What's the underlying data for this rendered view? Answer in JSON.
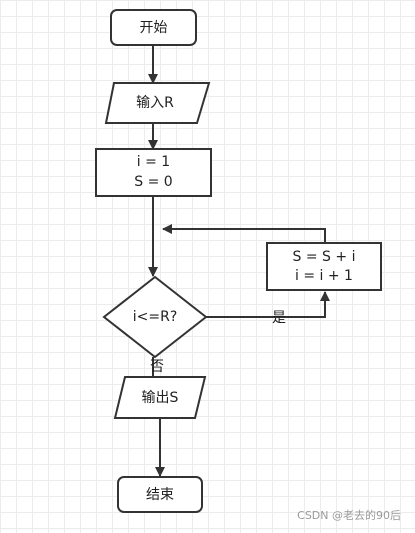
{
  "flowchart": {
    "start": "开始",
    "input": "输入R",
    "init_line1": "i = 1",
    "init_line2": "S = 0",
    "decision": "i<=R?",
    "body_line1": "S = S + i",
    "body_line2": "i = i + 1",
    "output": "输出S",
    "end": "结束",
    "yes_label": "是",
    "no_label": "否"
  },
  "colors": {
    "stroke": "#333333",
    "fill": "#ffffff",
    "grid": "#ececec"
  },
  "watermark": "CSDN @老去的90后"
}
